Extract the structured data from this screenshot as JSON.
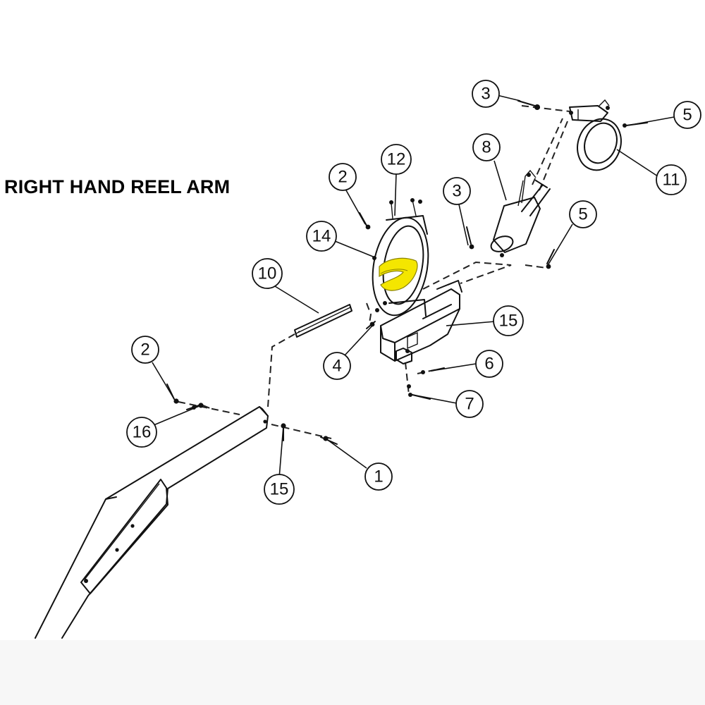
{
  "title": "RIGHT HAND REEL ARM",
  "highlight_color": "#f4e600",
  "callouts": [
    {
      "key": "c3a",
      "label": "3"
    },
    {
      "key": "c5a",
      "label": "5"
    },
    {
      "key": "c8",
      "label": "8"
    },
    {
      "key": "c11",
      "label": "11"
    },
    {
      "key": "c2a",
      "label": "2"
    },
    {
      "key": "c12",
      "label": "12"
    },
    {
      "key": "c3b",
      "label": "3"
    },
    {
      "key": "c5b",
      "label": "5"
    },
    {
      "key": "c14",
      "label": "14"
    },
    {
      "key": "c10",
      "label": "10"
    },
    {
      "key": "c15a",
      "label": "15"
    },
    {
      "key": "c2b",
      "label": "2"
    },
    {
      "key": "c4",
      "label": "4"
    },
    {
      "key": "c6",
      "label": "6"
    },
    {
      "key": "c16",
      "label": "16"
    },
    {
      "key": "c7",
      "label": "7"
    },
    {
      "key": "c1",
      "label": "1"
    },
    {
      "key": "c15b",
      "label": "15"
    }
  ]
}
